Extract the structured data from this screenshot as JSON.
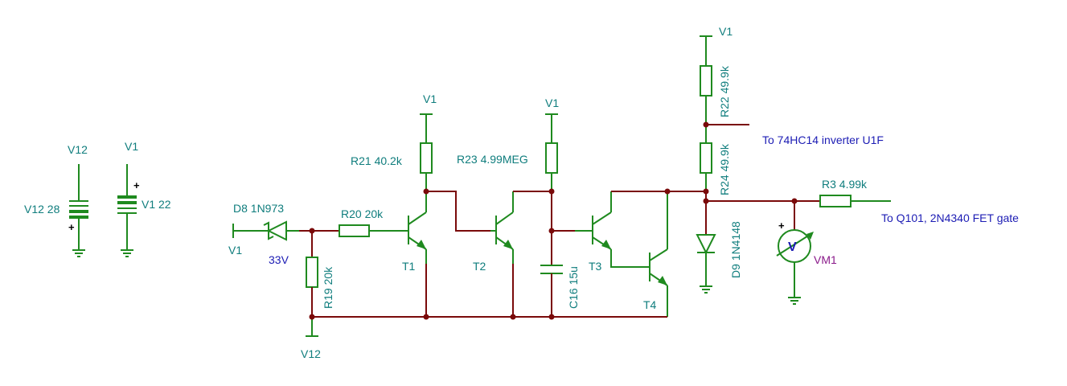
{
  "sources": {
    "v12_net": "V12",
    "v12_label": "V12 28",
    "v1_net": "V1",
    "v1_label": "V1 22",
    "plus": "+"
  },
  "nets": {
    "v1_input": "V1",
    "v12_bottom": "V12",
    "v1_r21": "V1",
    "v1_r23": "V1",
    "v1_r22": "V1"
  },
  "components": {
    "d8": "D8 1N973",
    "d8_voltage": "33V",
    "r20": "R20 20k",
    "r19": "R19 20k",
    "r21": "R21 40.2k",
    "r23": "R23 4.99MEG",
    "c16": "C16 15u",
    "r22": "R22 49.9k",
    "r24": "R24 49.9k",
    "d9": "D9 1N4148",
    "r3": "R3 4.99k",
    "vm1": "VM1",
    "vm_symbol": "V",
    "vm_plus": "+"
  },
  "transistors": [
    "T1",
    "T2",
    "T3",
    "T4"
  ],
  "notes": {
    "inverter": "To 74HC14 inverter U1F",
    "fet_gate": "To Q101, 2N4340 FET gate"
  }
}
